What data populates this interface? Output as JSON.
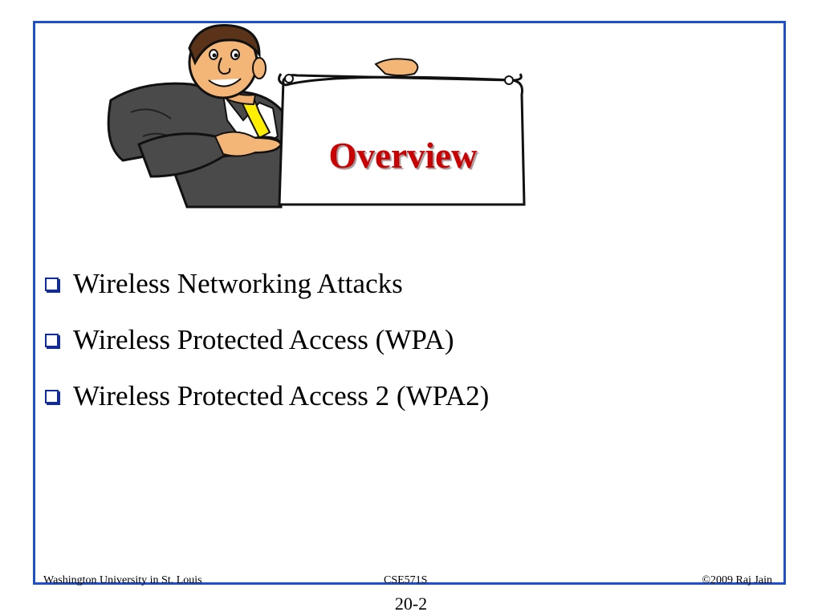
{
  "slide": {
    "title": "Overview",
    "bullets": [
      "Wireless Networking Attacks",
      "Wireless Protected Access (WPA)",
      "Wireless Protected Access 2 (WPA2)"
    ]
  },
  "footer": {
    "left": "Washington University in St. Louis",
    "center": "CSE571S",
    "right": "©2009 Raj Jain"
  },
  "slide_number": "20-2",
  "colors": {
    "border": "#1f4fd1",
    "title": "#cc0000",
    "bullet": "#0f2aa5"
  }
}
